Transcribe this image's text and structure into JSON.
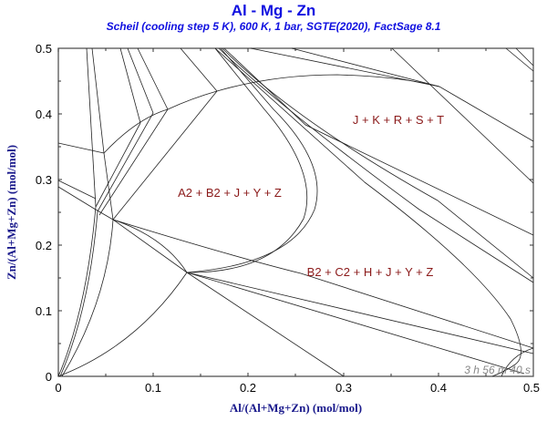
{
  "header": {
    "title": "Al - Mg - Zn",
    "subtitle": "Scheil (cooling step 5 K), 600 K, 1 bar, SGTE(2020), FactSage 8.1"
  },
  "axes": {
    "xlabel": "Al/(Al+Mg+Zn) (mol/mol)",
    "ylabel": "Zn/(Al+Mg+Zn) (mol/mol)",
    "xticks": [
      "0",
      "0.1",
      "0.2",
      "0.3",
      "0.4",
      "0.5"
    ],
    "yticks": [
      "0",
      "0.1",
      "0.2",
      "0.3",
      "0.4",
      "0.5"
    ]
  },
  "regions": [
    {
      "label": "J + K + R + S + T"
    },
    {
      "label": "A2 + B2 + J + Y + Z"
    },
    {
      "label": "B2 + C2 + H + J + Y + Z"
    }
  ],
  "timer": "3 h 56 m 40 s",
  "chart_data": {
    "type": "line",
    "title": "Al - Mg - Zn",
    "subtitle": "Scheil (cooling step 5 K), 600 K, 1 bar, SGTE(2020), FactSage 8.1",
    "xlabel": "Al/(Al+Mg+Zn) (mol/mol)",
    "ylabel": "Zn/(Al+Mg+Zn) (mol/mol)",
    "xlim": [
      0,
      0.5
    ],
    "ylim": [
      0,
      0.5
    ],
    "grid": false,
    "legend": "none",
    "annotations": [
      {
        "text": "J + K + R + S + T",
        "x": 0.36,
        "y": 0.385
      },
      {
        "text": "A2 + B2 + J + Y + Z",
        "x": 0.18,
        "y": 0.275
      },
      {
        "text": "B2 + C2 + H + J + Y + Z",
        "x": 0.32,
        "y": 0.155
      },
      {
        "text": "3 h 56 m 40 s",
        "x": 0.45,
        "y": 0.005
      }
    ],
    "invariant_points": [
      {
        "x": 0.04,
        "y": 0.26
      },
      {
        "x": 0.057,
        "y": 0.24
      },
      {
        "x": 0.048,
        "y": 0.34
      },
      {
        "x": 0.136,
        "y": 0.16
      },
      {
        "x": 0.167,
        "y": 0.435
      },
      {
        "x": 0.2,
        "y": 0.445
      },
      {
        "x": 0.4,
        "y": 0.443
      }
    ]
  }
}
